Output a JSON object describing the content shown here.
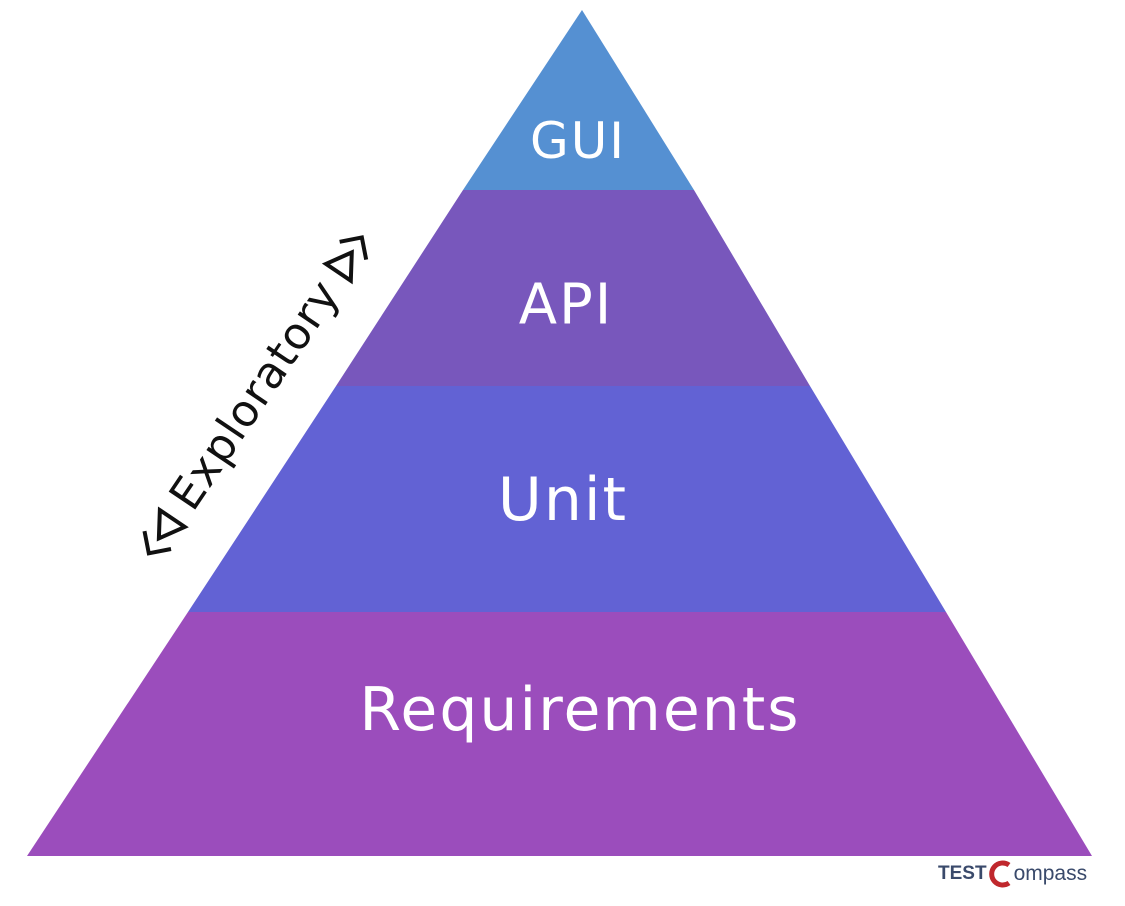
{
  "pyramid": {
    "layers": [
      {
        "label": "GUI",
        "color": "#5590d2"
      },
      {
        "label": "API",
        "color": "#7857bc"
      },
      {
        "label": "Unit",
        "color": "#6262d4"
      },
      {
        "label": "Requirements",
        "color": "#9b4dbc"
      }
    ]
  },
  "side": {
    "label": "Exploratory",
    "left_arrow_icon": "double-triangle-left-icon",
    "right_arrow_icon": "double-triangle-right-icon"
  },
  "logo": {
    "left": "TEST",
    "right": "ompass",
    "mark_icon": "compass-c-icon",
    "mark_color": "#c0282d"
  }
}
